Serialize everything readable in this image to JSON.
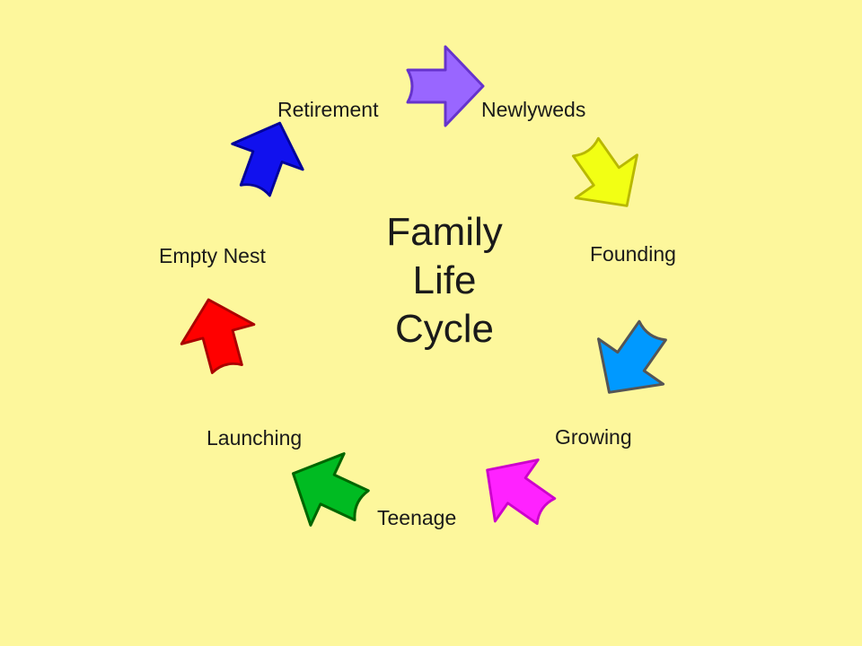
{
  "title_lines": [
    "Family",
    "Life",
    "Cycle"
  ],
  "stages": [
    {
      "key": "newlyweds",
      "label": "Newlyweds",
      "color": "#9966ff",
      "stroke": "#6633cc"
    },
    {
      "key": "founding",
      "label": "Founding",
      "color": "#f2ff14",
      "stroke": "#b8b800"
    },
    {
      "key": "growing",
      "label": "Growing",
      "color": "#0099ff",
      "stroke": "#555555"
    },
    {
      "key": "teenage",
      "label": "Teenage",
      "color": "#ff22ff",
      "stroke": "#cc00cc"
    },
    {
      "key": "launching",
      "label": "Launching",
      "color": "#00bb22",
      "stroke": "#006600"
    },
    {
      "key": "empty-nest",
      "label": "Empty Nest",
      "color": "#ff0000",
      "stroke": "#aa0000"
    },
    {
      "key": "retirement",
      "label": "Retirement",
      "color": "#1111ee",
      "stroke": "#000099"
    }
  ]
}
